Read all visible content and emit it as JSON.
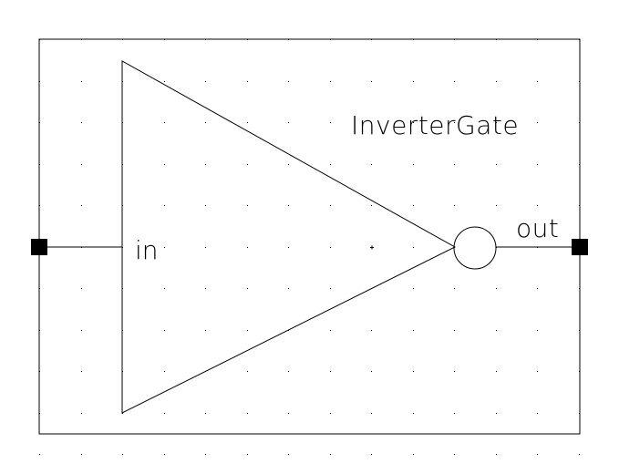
{
  "symbol": {
    "name": "InverterGate"
  },
  "pins": {
    "input": {
      "label": "in"
    },
    "output": {
      "label": "out"
    }
  },
  "colors": {
    "background": "#ffffff",
    "stroke": "#000000",
    "grid_dot": "#000000"
  }
}
